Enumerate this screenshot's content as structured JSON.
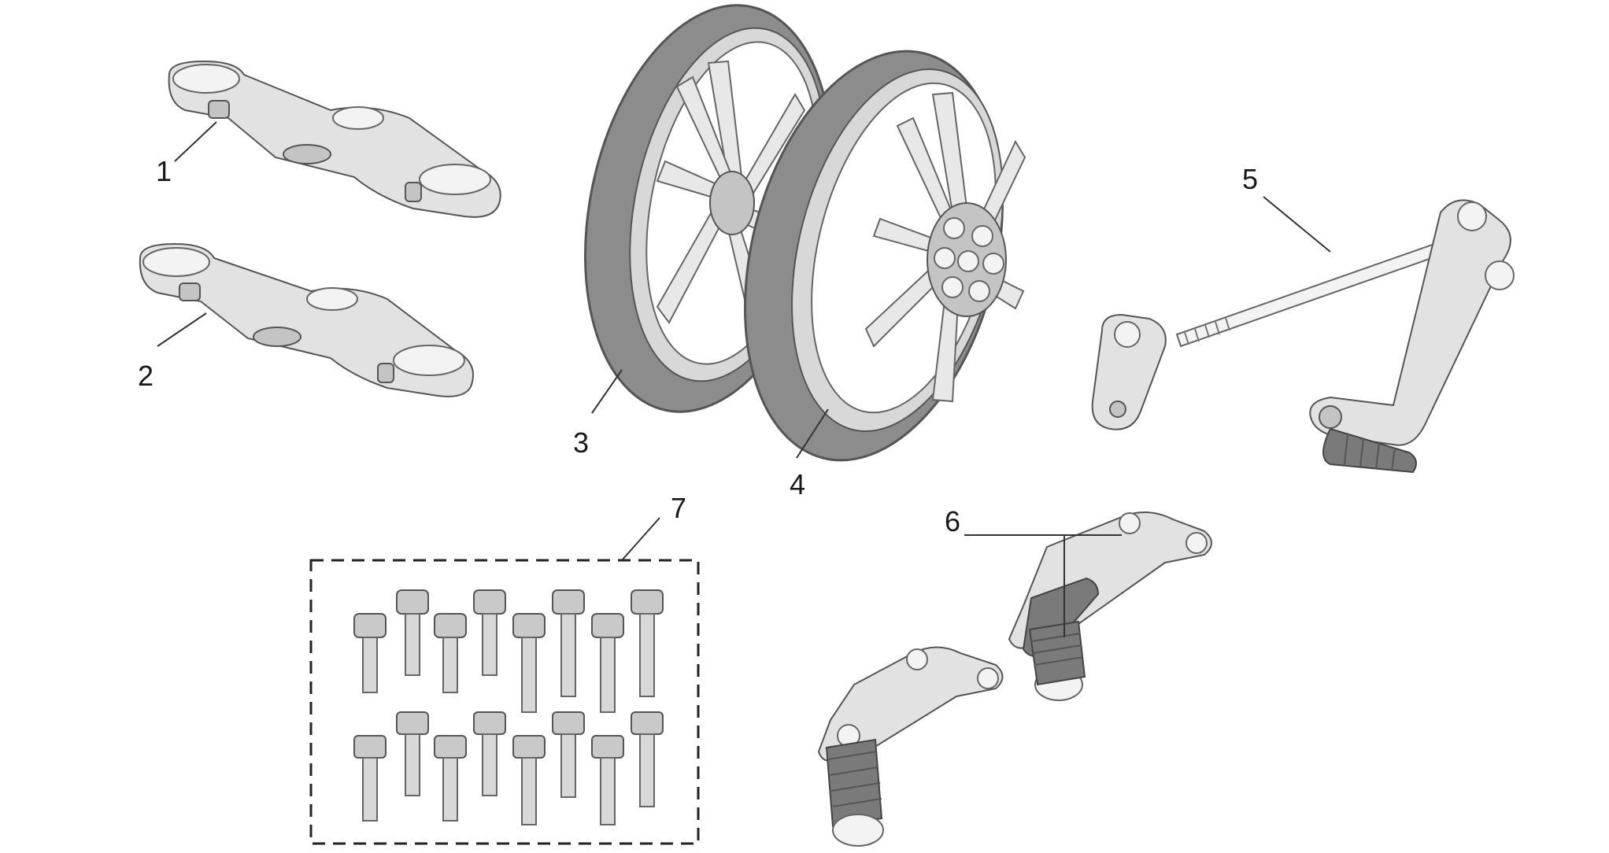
{
  "callouts": {
    "c1": "1",
    "c2": "2",
    "c3": "3",
    "c4": "4",
    "c5": "5",
    "c6": "6",
    "c7": "7"
  },
  "colors": {
    "line": "#333333",
    "part_light": "#e2e2e2",
    "tire": "#8c8c8c",
    "background": "#ffffff"
  }
}
